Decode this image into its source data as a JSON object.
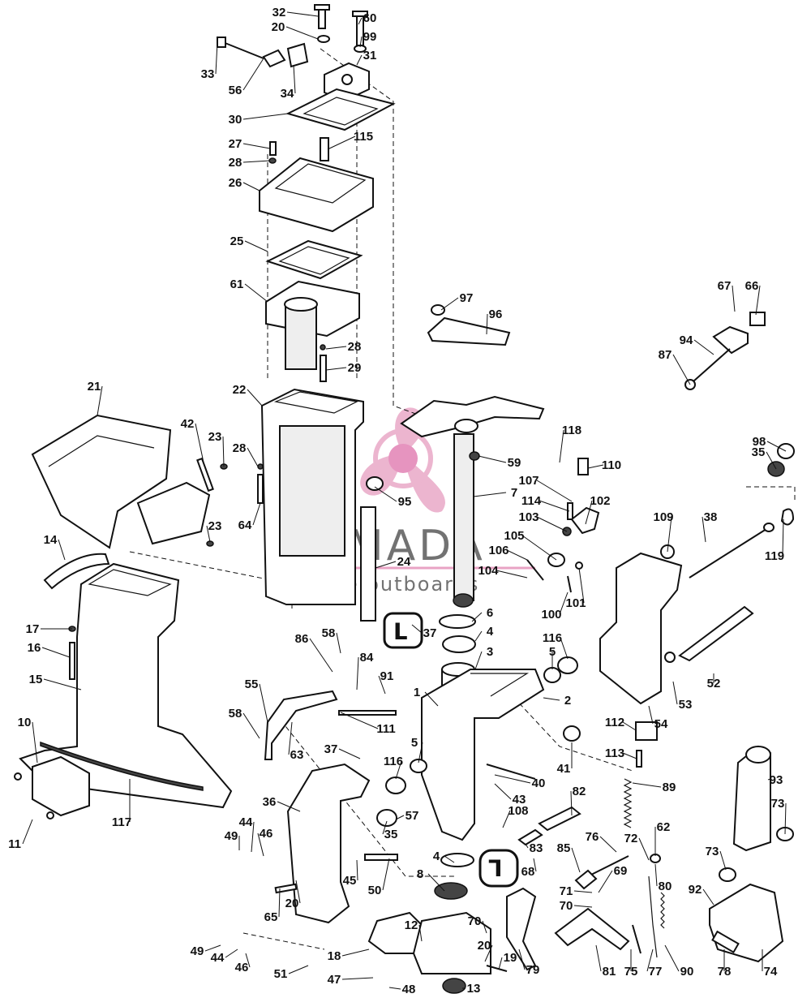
{
  "watermark": {
    "brand": "ARMADA",
    "tagline": "marine outboards",
    "accent_color": "#e8a3c4"
  },
  "badges": {
    "upper": "ᒪ",
    "lower": "ᒣ"
  },
  "callouts": [
    "32",
    "20",
    "60",
    "99",
    "31",
    "33",
    "56",
    "34",
    "30",
    "27",
    "28",
    "115",
    "26",
    "25",
    "61",
    "28",
    "29",
    "22",
    "21",
    "42",
    "23",
    "28",
    "64",
    "23",
    "14",
    "17",
    "16",
    "15",
    "10",
    "11",
    "117",
    "97",
    "96",
    "67",
    "66",
    "94",
    "87",
    "118",
    "59",
    "110",
    "107",
    "114",
    "102",
    "103",
    "105",
    "106",
    "104",
    "100",
    "101",
    "95",
    "7",
    "24",
    "35",
    "98",
    "119",
    "109",
    "38",
    "6",
    "4",
    "37",
    "3",
    "5",
    "116",
    "86",
    "58",
    "84",
    "91",
    "55",
    "1",
    "2",
    "58",
    "111",
    "63",
    "112",
    "41",
    "113",
    "89",
    "37",
    "116",
    "5",
    "40",
    "43",
    "36",
    "49",
    "44",
    "46",
    "57",
    "35",
    "108",
    "82",
    "93",
    "73",
    "4",
    "83",
    "62",
    "72",
    "68",
    "85",
    "76",
    "69",
    "80",
    "73",
    "8",
    "65",
    "20",
    "50",
    "45",
    "71",
    "70",
    "92",
    "12",
    "70",
    "49",
    "44",
    "46",
    "51",
    "18",
    "47",
    "48",
    "20",
    "19",
    "13",
    "79",
    "81",
    "75",
    "77",
    "90",
    "78",
    "74",
    "53",
    "52",
    "54"
  ]
}
